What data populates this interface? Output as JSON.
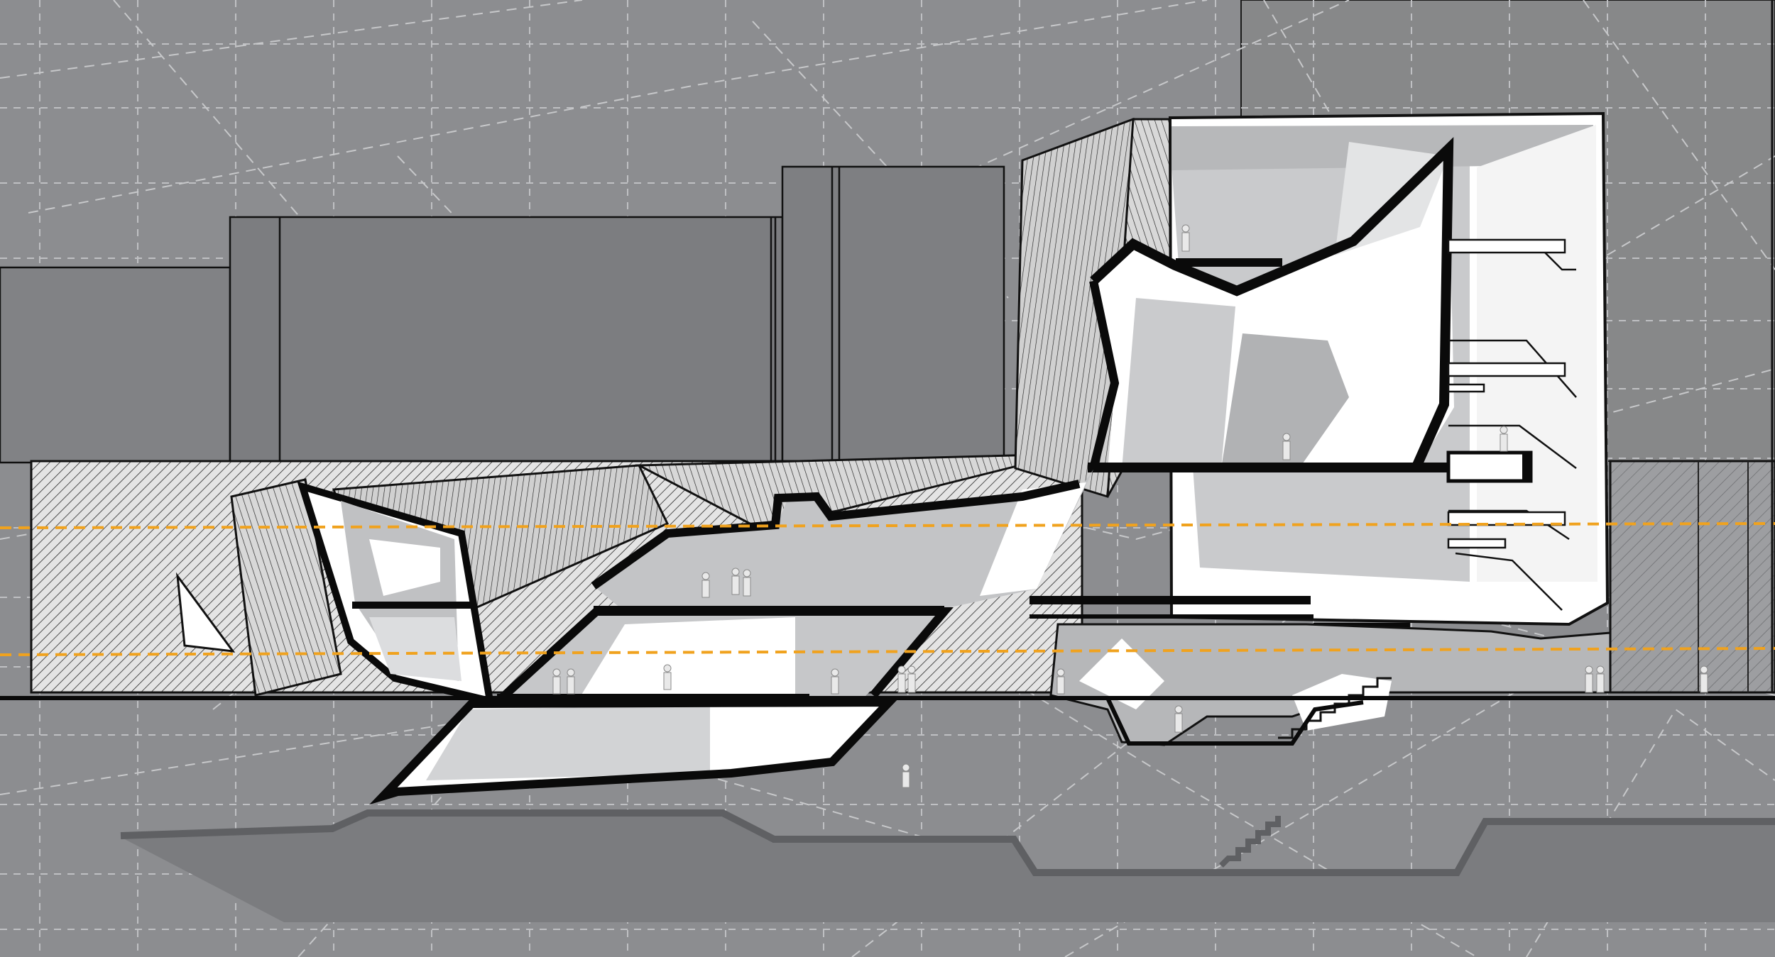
{
  "drawing": {
    "kind": "architectural-section",
    "text_labels": [],
    "colors": {
      "background": "#8c8d90",
      "background_dark": "#7a7b7e",
      "grid_line": "#b9babd",
      "linework": "#111111",
      "section_cut": "#0a0a0a",
      "interior_light": "#ffffff",
      "interior_mid": "#bfc0c3",
      "datum_line": "#f0a21e",
      "shadow": "#707173",
      "figure": "#e9e9e9"
    },
    "datum_line_count": 2,
    "human_figure_count": 18,
    "stair_flight_count": 5
  }
}
